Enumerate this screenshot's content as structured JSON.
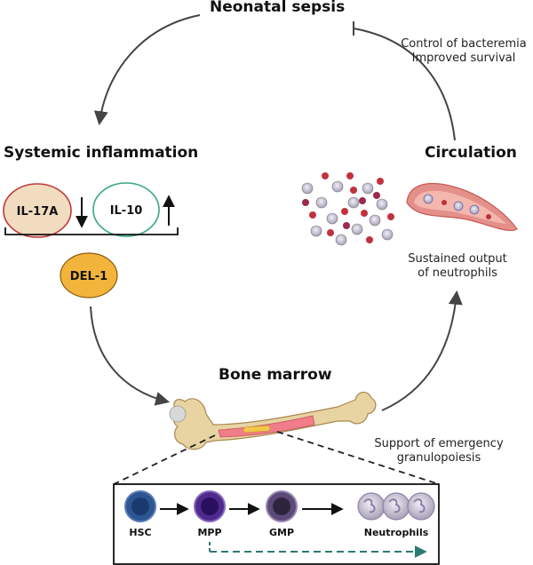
{
  "top": {
    "title": "Neonatal sepsis",
    "note_line1": "Control of bacteremia",
    "note_line2": "Improved survival"
  },
  "left": {
    "title": "Systemic inflammation",
    "il17a": "IL-17A",
    "il10": "IL-10",
    "del1": "DEL-1"
  },
  "right": {
    "title": "Circulation",
    "note_line1": "Sustained output",
    "note_line2": "of neutrophils"
  },
  "bottom": {
    "title": "Bone marrow",
    "note_line1": "Support of emergency",
    "note_line2": "granulopoiesis"
  },
  "cells": {
    "hsc": "HSC",
    "mpp": "MPP",
    "gmp": "GMP",
    "neutrophils": "Neutrophils"
  },
  "colors": {
    "il17a_fill": "#f1dcc0",
    "il17a_stroke": "#c0393b",
    "il10_fill": "#ffffff",
    "il10_stroke": "#3aa58a",
    "del1_fill": "#f2b43a",
    "dashed_arrow": "#2c7a72"
  }
}
